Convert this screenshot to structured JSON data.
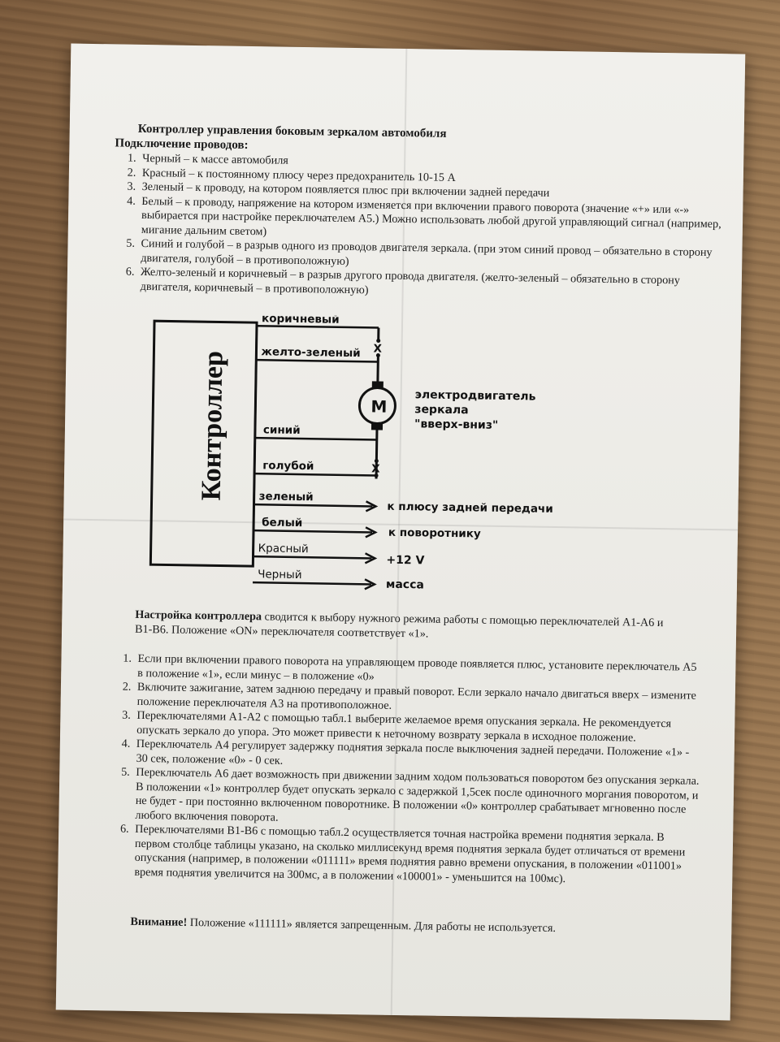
{
  "header": {
    "title": "Контроллер управления боковым зеркалом автомобиля",
    "wiring_title": "Подключение проводов:"
  },
  "wiring_list": [
    "Черный – к массе автомобиля",
    "Красный – к постоянному плюсу через предохранитель 10-15 А",
    "Зеленый – к проводу, на котором появляется плюс при включении задней передачи",
    "Белый – к проводу, напряжение на котором изменяется при включении правого поворота (значение «+» или «-» выбирается при настройке переключателем А5.) Можно использовать любой другой управляющий сигнал (например, мигание дальним светом)",
    "Синий и голубой – в разрыв одного из проводов двигателя зеркала. (при этом синий провод – обязательно в сторону двигателя, голубой – в противоположную)",
    "Желто-зеленый и коричневый – в разрыв другого провода двигателя. (желто-зеленый – обязательно в сторону двигателя, коричневый – в противоположную)"
  ],
  "diagram": {
    "controller_label": "Контроллер",
    "wires": {
      "brown": "коричневый",
      "yellow_green": "желто-зеленый",
      "blue": "синий",
      "light_blue": "голубой",
      "green": "зеленый",
      "white": "белый",
      "red": "Красный",
      "black": "Черный"
    },
    "motor_letter": "M",
    "motor_label_1": "электродвигатель",
    "motor_label_2": "зеркала",
    "motor_label_3": "\"вверх-вниз\"",
    "cut_mark": "X",
    "target_green": "к плюсу задней передачи",
    "target_white": "к поворотнику",
    "target_red": "+12 V",
    "target_black": "масса"
  },
  "settings": {
    "intro_bold": "Настройка контроллера",
    "intro_rest": " сводится к выбору нужного режима работы с помощью переключателей А1-А6 и В1-В6. Положение «ON» переключателя соответствует «1».",
    "steps": [
      "Если при включении правого поворота на управляющем проводе появляется плюс, установите переключатель А5 в положение «1», если минус – в положение «0»",
      "Включите зажигание, затем заднюю передачу и правый поворот. Если зеркало начало двигаться вверх – измените положение переключателя А3 на противоположное.",
      "Переключателями А1-А2 с помощью табл.1 выберите желаемое время опускания зеркала. Не рекомендуется опускать зеркало до упора. Это может привести к неточному возврату зеркала в исходное положение.",
      "Переключатель А4 регулирует задержку поднятия зеркала после выключения задней передачи. Положение «1» - 30 сек, положение «0» - 0 сек.",
      "Переключатель А6 дает возможность при движении задним ходом пользоваться поворотом без опускания зеркала. В положении «1» контроллер будет опускать зеркало с задержкой 1,5сек после одиночного моргания поворотом, и не будет - при постоянно включенном поворотнике. В положении «0» контроллер срабатывает мгновенно после любого включения поворота.",
      "Переключателями В1-В6 с помощью табл.2 осуществляется точная настройка времени поднятия зеркала. В первом столбце таблицы указано, на сколько миллисекунд время поднятия зеркала будет отличаться от времени опускания (например, в положении «011111» время поднятия равно времени опускания, в положении «011001» время поднятия увеличится на 300мс, а в положении «100001» - уменьшится на 100мс)."
    ],
    "warning_bold": "Внимание!",
    "warning_rest": " Положение «111111» является запрещенным. Для работы не используется."
  }
}
